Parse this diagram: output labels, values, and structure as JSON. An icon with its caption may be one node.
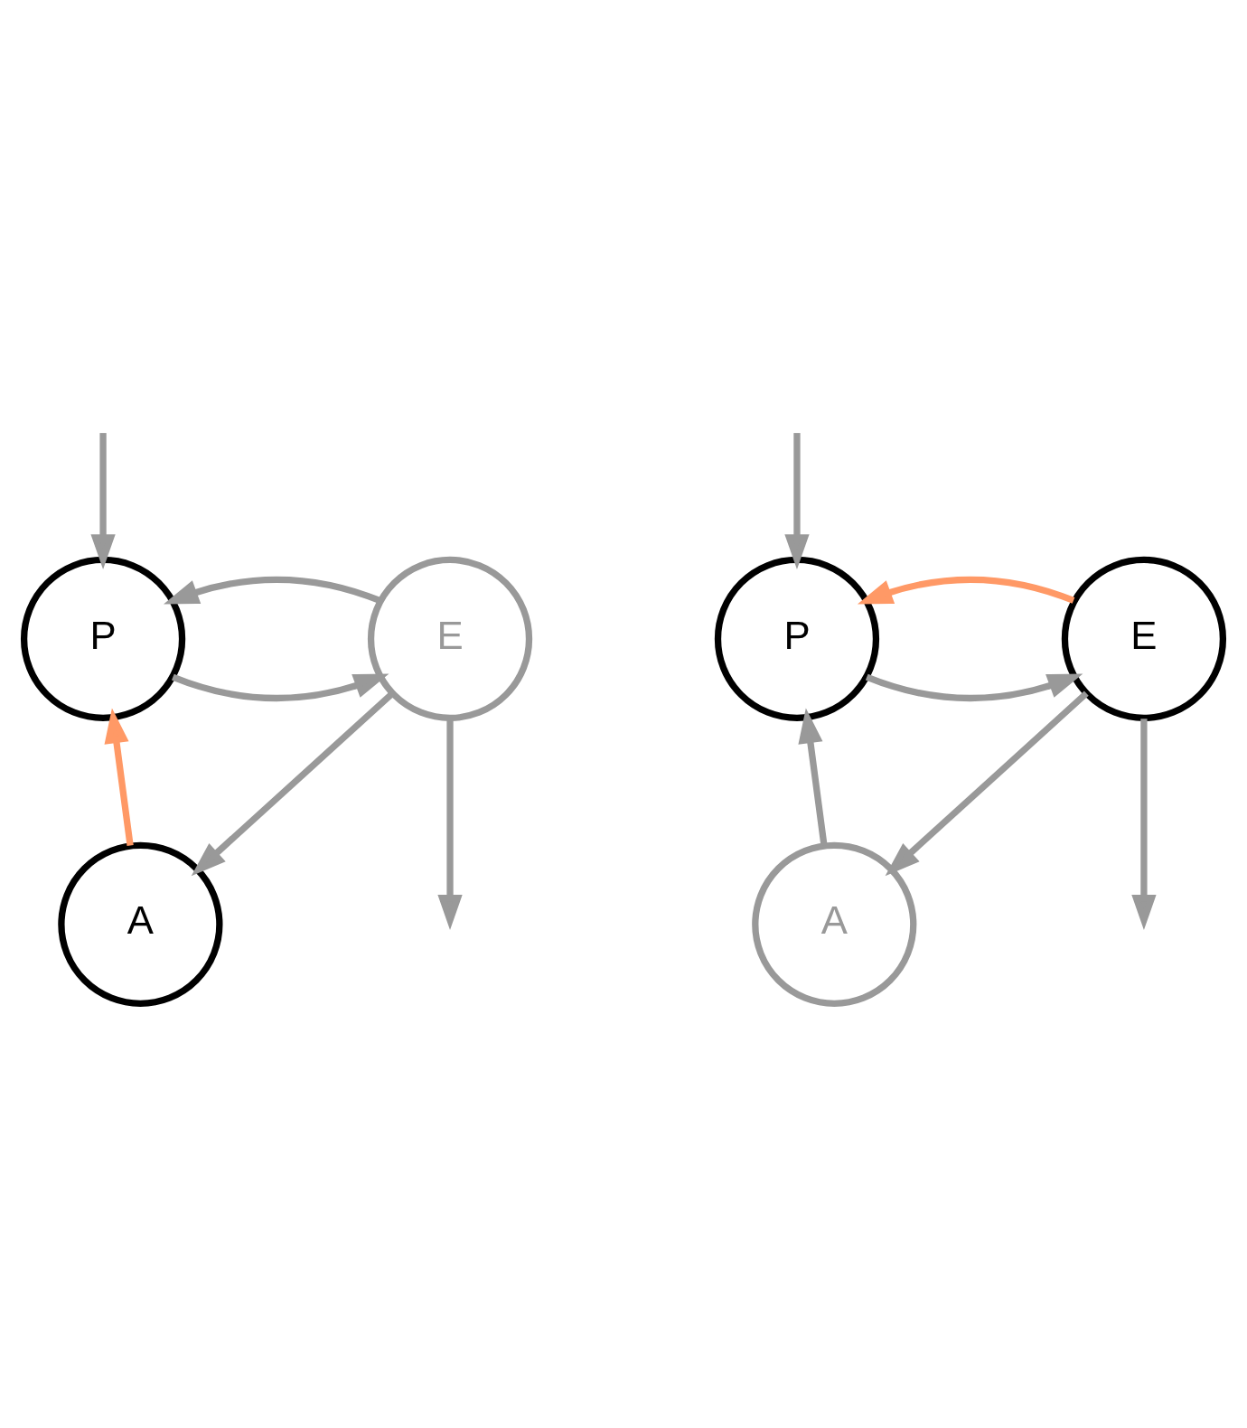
{
  "diagram": {
    "nodes": [
      {
        "text": [
          "P"
        ]
      },
      {
        "text": [
          "E"
        ]
      },
      {
        "text": [
          "A"
        ]
      },
      {
        "text": [
          "P"
        ]
      },
      {
        "text": [
          "E"
        ]
      },
      {
        "text": [
          "A"
        ]
      }
    ],
    "edges": [
      {
        "from": null,
        "to": 0,
        "arrow": "to"
      },
      {
        "from": 0,
        "to": 1,
        "arrow": "to"
      },
      {
        "from": 1,
        "to": 0,
        "arrow": "to"
      },
      {
        "from": 1,
        "to": null,
        "arrow": "to"
      },
      {
        "from": 1,
        "to": 2,
        "arrow": "to"
      },
      {
        "from": 2,
        "to": 0,
        "arrow": "to",
        "color": "#ff9966"
      },
      {
        "from": null,
        "to": 3,
        "arrow": "to"
      },
      {
        "from": 3,
        "to": 4,
        "arrow": "to"
      },
      {
        "from": 4,
        "to": 3,
        "arrow": "to",
        "color": "#ff9966"
      },
      {
        "from": 4,
        "to": null,
        "arrow": "to"
      },
      {
        "from": 4,
        "to": 5,
        "arrow": "to"
      },
      {
        "from": 5,
        "to": 3,
        "arrow": "to"
      }
    ]
  }
}
